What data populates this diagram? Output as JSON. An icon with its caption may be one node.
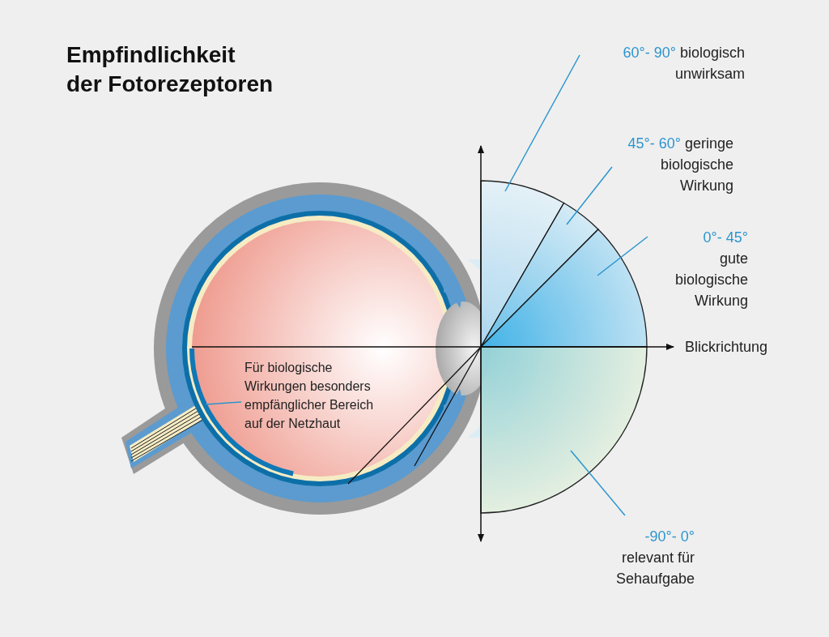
{
  "diagram": {
    "title": "Empfindlichkeit der Fotorezeptoren",
    "nodes": [
      {
        "text": [
          "60°- 90°",
          "biologisch unwirksam"
        ]
      },
      {
        "text": [],
        "shape": "wedge"
      },
      {
        "text": [
          "45°- 60°",
          "geringe biologische Wirkung"
        ]
      },
      {
        "text": [],
        "shape": "wedge"
      },
      {
        "text": [
          "0°- 45°",
          "gute biologische Wirkung"
        ]
      },
      {
        "text": [],
        "shape": "wedge"
      },
      {
        "text": [
          "-90°- 0°",
          "relevant für Sehaufgabe"
        ]
      },
      {
        "text": [],
        "shape": "wedge"
      },
      {
        "text": [
          "Für biologische Wirkungen besonders empfänglicher Bereich auf der Netzhaut"
        ]
      },
      {
        "text": [],
        "shape": "arc"
      }
    ],
    "edges": [
      {
        "from": 0,
        "to": 1,
        "arrow": "none"
      },
      {
        "from": 2,
        "to": 3,
        "arrow": "none"
      },
      {
        "from": 4,
        "to": 5,
        "arrow": "none"
      },
      {
        "from": 6,
        "to": 7,
        "arrow": "none"
      },
      {
        "from": 8,
        "to": 9,
        "arrow": "none"
      }
    ],
    "labels": [
      "Blickrichtung"
    ]
  }
}
